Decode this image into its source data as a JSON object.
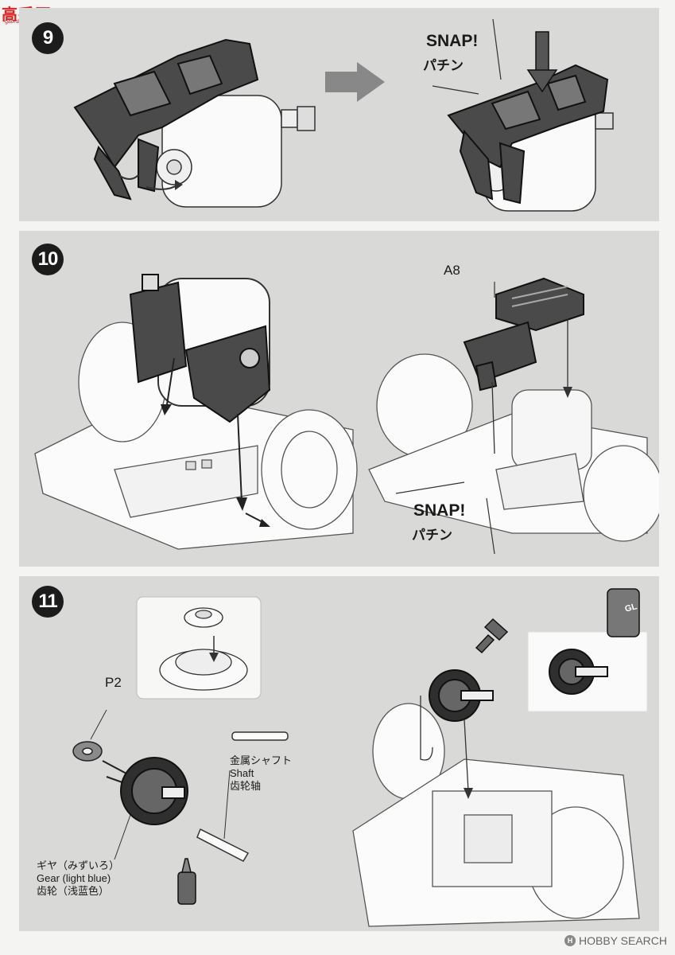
{
  "watermark": {
    "brand": "高手网",
    "url": "gao.shou.com"
  },
  "steps": [
    {
      "number": "9",
      "snap": "SNAP!",
      "snap_kana": "パチン"
    },
    {
      "number": "10",
      "part": "A8",
      "snap": "SNAP!",
      "snap_kana": "パチン"
    },
    {
      "number": "11",
      "part": "P2",
      "shaft": {
        "ja": "金属シャフト",
        "en": "Shaft",
        "zh": "齿轮轴"
      },
      "gear": {
        "ja": "ギヤ（みずいろ）",
        "en": "Gear (light blue)",
        "zh": "齿轮（浅蓝色）"
      },
      "grease_label": "GL"
    }
  ],
  "footer": {
    "brand": "HOBBY SEARCH",
    "mark": "H"
  },
  "colors": {
    "panel": "#d9d9d7",
    "ink": "#1c1c1c",
    "part_fill": "#4a4a4a",
    "arrow_grey": "#777777"
  }
}
